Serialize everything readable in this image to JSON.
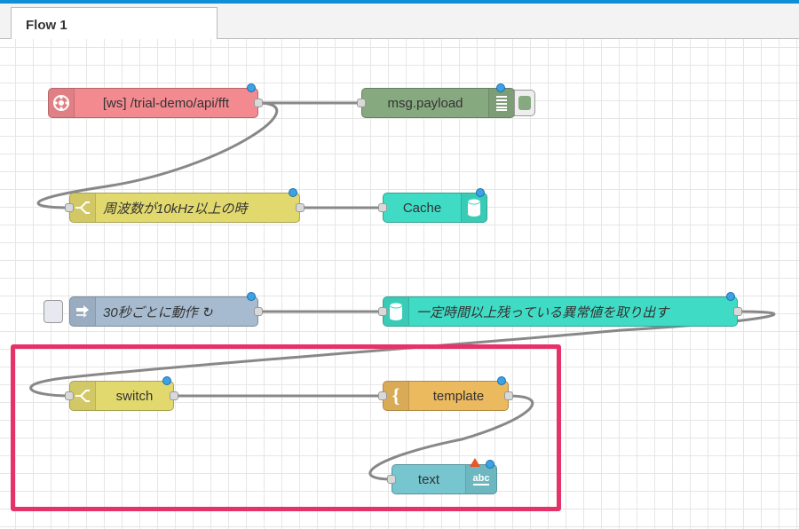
{
  "tab": {
    "label": "Flow 1"
  },
  "colors": {
    "accent": "#0f8fd6",
    "highlight": "#e5336a"
  },
  "nodes": {
    "ws_in": {
      "label": "[ws] /trial-demo/api/fft",
      "icon": "websocket-icon",
      "color": "#f28a8f"
    },
    "debug": {
      "label": "msg.payload",
      "icon": "debug-list-icon",
      "color": "#87a980"
    },
    "switch1": {
      "label": "周波数が10kHz以上の時",
      "icon": "switch-icon",
      "color": "#e2d96e"
    },
    "cache": {
      "label": "Cache",
      "icon": "database-icon",
      "color": "#3fdbc5"
    },
    "inject": {
      "label": "30秒ごとに動作 ↻",
      "icon": "inject-arrow-icon",
      "color": "#a6bbcf"
    },
    "query": {
      "label": "一定時間以上残っている異常値を取り出す",
      "icon": "database-icon",
      "color": "#3fdbc5"
    },
    "switch2": {
      "label": "switch",
      "icon": "switch-icon",
      "color": "#e2d96e"
    },
    "template": {
      "label": "template",
      "icon": "template-brace-icon",
      "color": "#ebb95e"
    },
    "text": {
      "label": "text",
      "icon_text": "abc",
      "icon": "text-abc-icon",
      "color": "#76c5cf"
    }
  }
}
